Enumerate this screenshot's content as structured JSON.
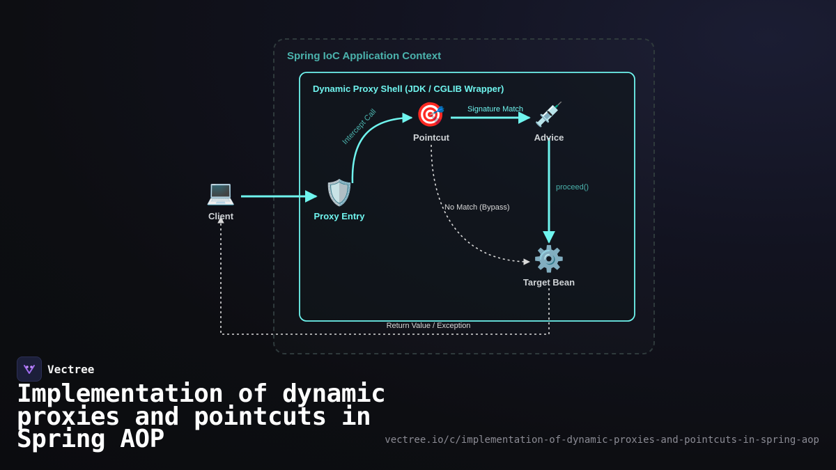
{
  "context": {
    "label": "Spring IoC Application Context"
  },
  "proxy_shell": {
    "label": "Dynamic Proxy Shell (JDK / CGLIB Wrapper)"
  },
  "nodes": {
    "client": {
      "label": "Client",
      "icon": "laptop-icon",
      "glyph": "💻"
    },
    "proxy_entry": {
      "label": "Proxy Entry",
      "icon": "shield-icon",
      "glyph": "🛡️"
    },
    "pointcut": {
      "label": "Pointcut",
      "icon": "target-icon",
      "glyph": "🎯"
    },
    "advice": {
      "label": "Advice",
      "icon": "syringe-icon",
      "glyph": "💉"
    },
    "target_bean": {
      "label": "Target Bean",
      "icon": "gear-icon",
      "glyph": "⚙️"
    }
  },
  "edges": {
    "intercept_call": "Intercept Call",
    "signature_match": "Signature Match",
    "proceed": "proceed()",
    "no_match": "No Match (Bypass)",
    "return_value": "Return Value / Exception"
  },
  "brand": {
    "name": "Vectree"
  },
  "footer": {
    "title": "Implementation of dynamic proxies and pointcuts in Spring AOP",
    "url": "vectree.io/c/implementation-of-dynamic-proxies-and-pointcuts-in-spring-aop"
  },
  "colors": {
    "accent": "#6ff4ee",
    "context_label": "#4bb3ad",
    "dashed": "#d9d9d9",
    "muted_label": "#cfd3d6"
  }
}
